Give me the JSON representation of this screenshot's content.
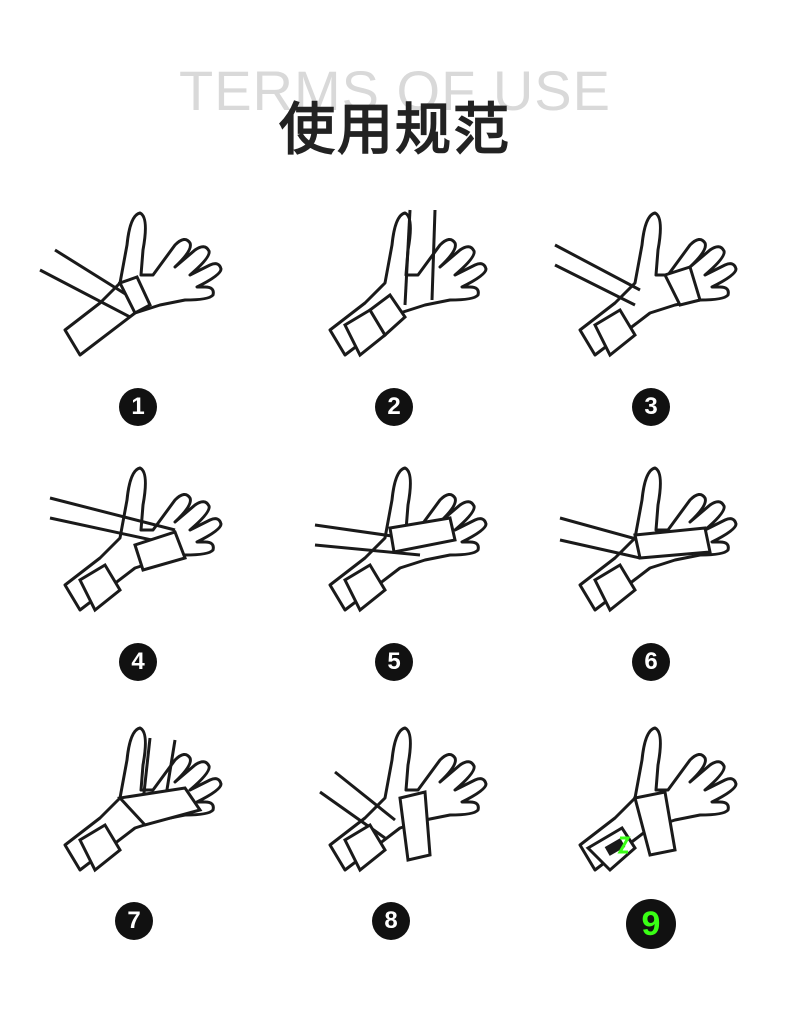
{
  "header": {
    "background_text": "TERMS OF USE",
    "title": "使用规范"
  },
  "steps": [
    {
      "number": "1"
    },
    {
      "number": "2"
    },
    {
      "number": "3"
    },
    {
      "number": "4"
    },
    {
      "number": "5"
    },
    {
      "number": "6"
    },
    {
      "number": "7"
    },
    {
      "number": "8"
    },
    {
      "number": "9"
    }
  ],
  "colors": {
    "badge": "#111111",
    "badge_text": "#ffffff",
    "final_badge_text": "#39ff14",
    "logo_accent": "#39ff14",
    "outline": "#1a1a1a",
    "watermark": "#d9d9d9"
  }
}
